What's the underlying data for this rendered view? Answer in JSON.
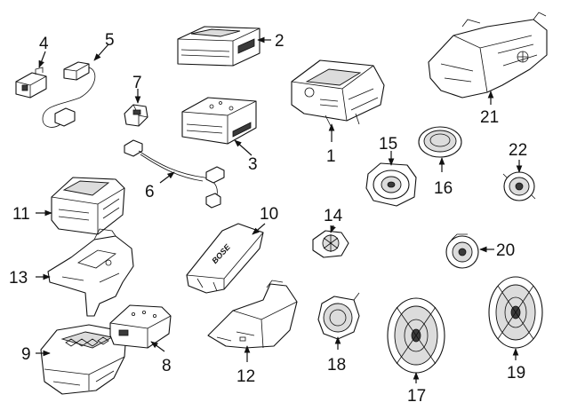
{
  "diagram": {
    "callouts": [
      {
        "id": "1",
        "label": "1"
      },
      {
        "id": "2",
        "label": "2"
      },
      {
        "id": "3",
        "label": "3"
      },
      {
        "id": "4",
        "label": "4"
      },
      {
        "id": "5",
        "label": "5"
      },
      {
        "id": "6",
        "label": "6"
      },
      {
        "id": "7",
        "label": "7"
      },
      {
        "id": "8",
        "label": "8"
      },
      {
        "id": "9",
        "label": "9"
      },
      {
        "id": "10",
        "label": "10"
      },
      {
        "id": "11",
        "label": "11"
      },
      {
        "id": "12",
        "label": "12"
      },
      {
        "id": "13",
        "label": "13"
      },
      {
        "id": "14",
        "label": "14"
      },
      {
        "id": "15",
        "label": "15"
      },
      {
        "id": "16",
        "label": "16"
      },
      {
        "id": "17",
        "label": "17"
      },
      {
        "id": "18",
        "label": "18"
      },
      {
        "id": "19",
        "label": "19"
      },
      {
        "id": "20",
        "label": "20"
      },
      {
        "id": "21",
        "label": "21"
      },
      {
        "id": "22",
        "label": "22"
      }
    ],
    "amplifier_logo": "BOSE"
  }
}
